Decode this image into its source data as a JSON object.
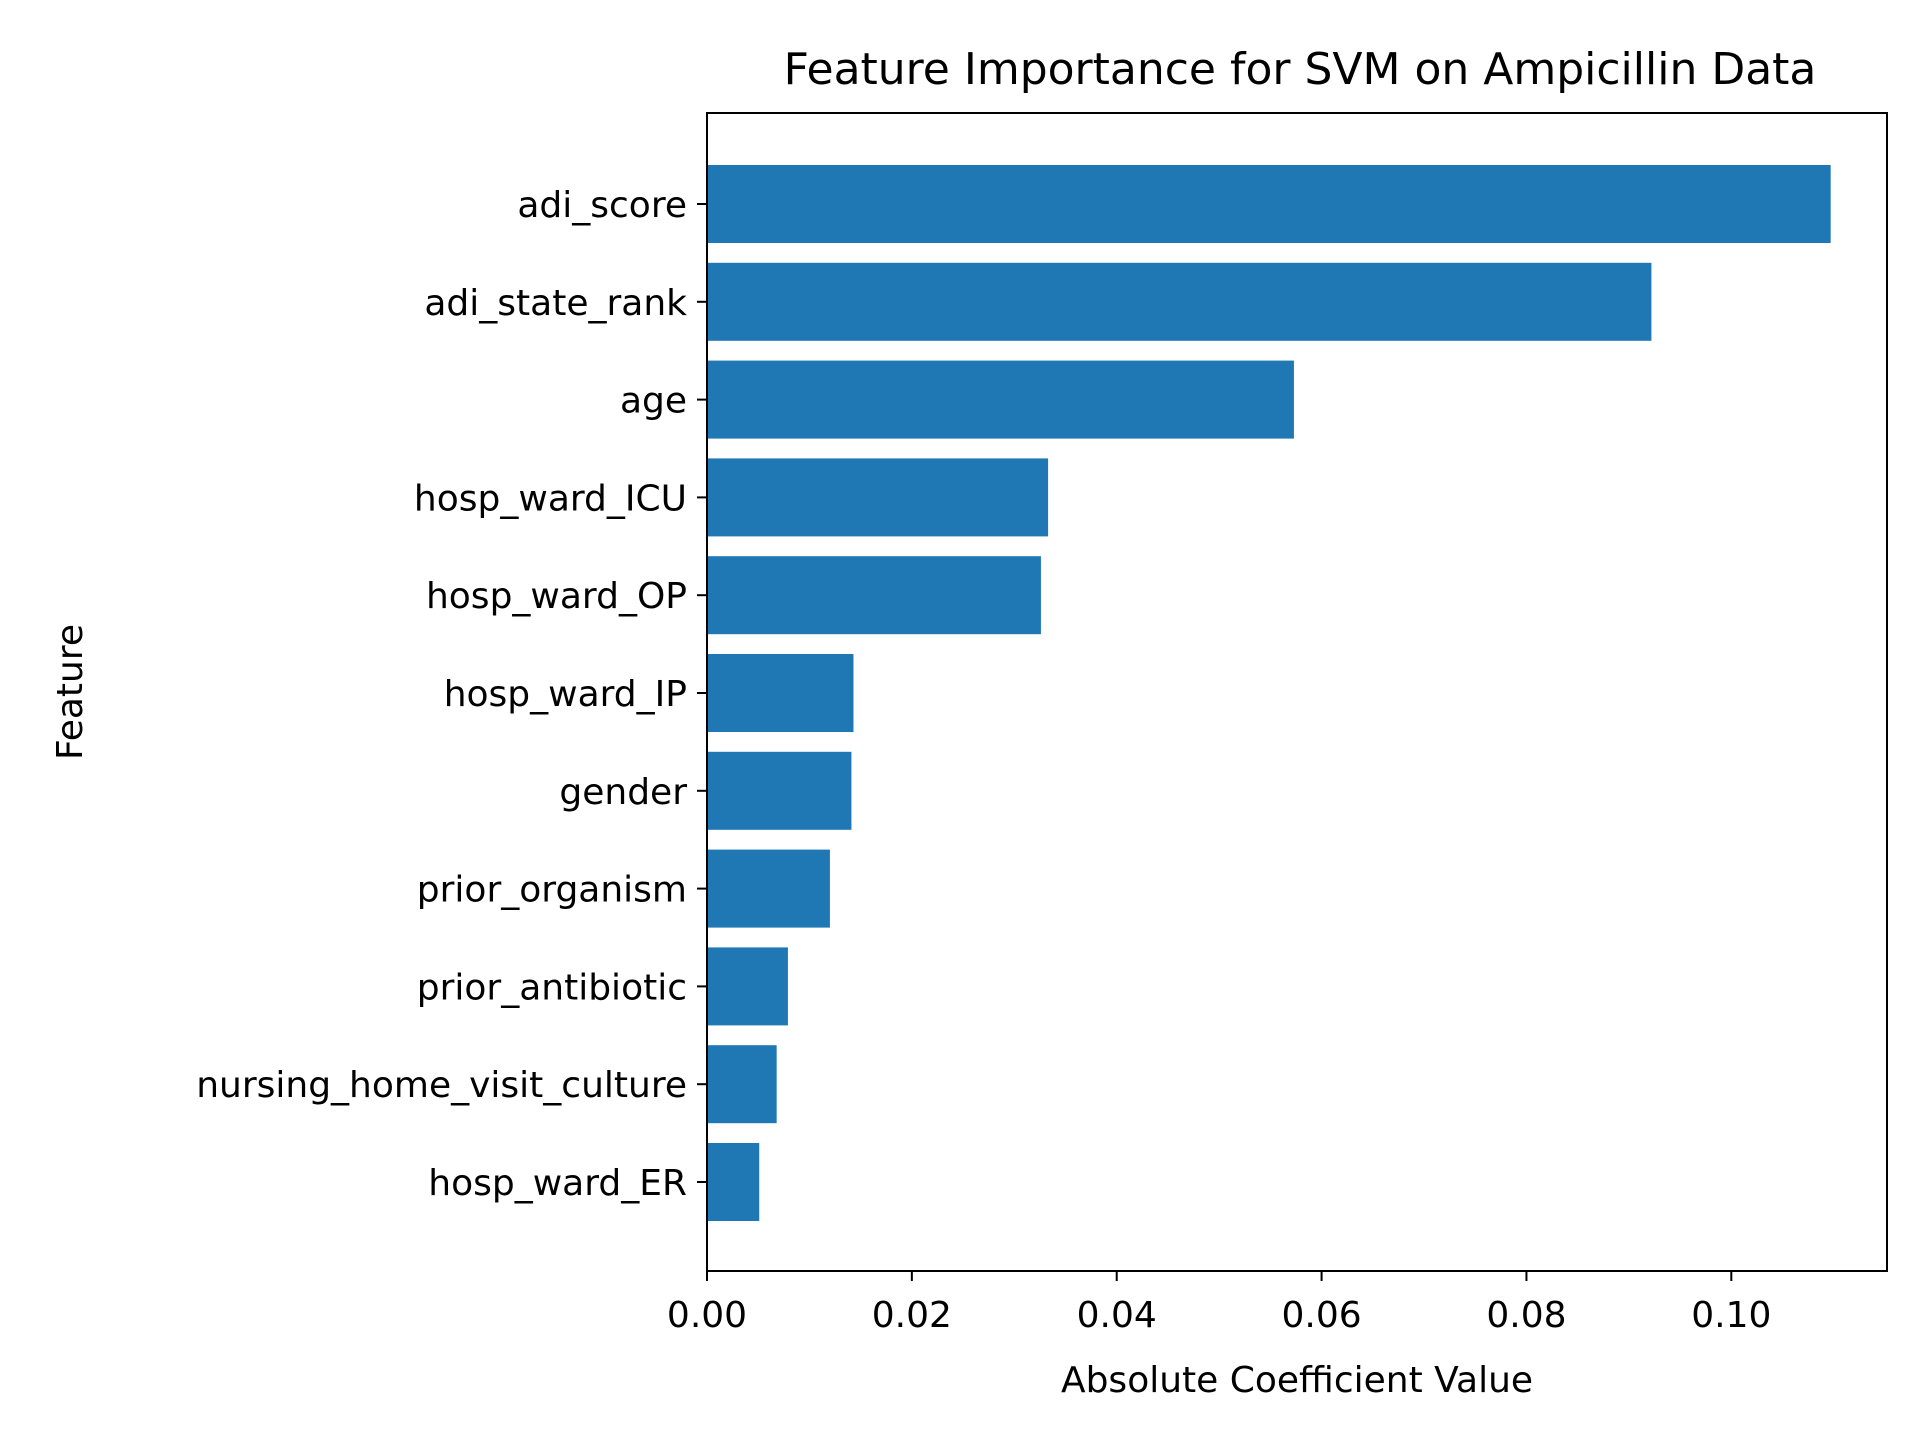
{
  "chart_data": {
    "type": "bar",
    "orientation": "horizontal",
    "title": "Feature Importance for SVM on Ampicillin Data",
    "xlabel": "Absolute Coefficient Value",
    "ylabel": "Feature",
    "categories": [
      "adi_score",
      "adi_state_rank",
      "age",
      "hosp_ward_ICU",
      "hosp_ward_OP",
      "hosp_ward_IP",
      "gender",
      "prior_organism",
      "prior_antibiotic",
      "nursing_home_visit_culture",
      "hosp_ward_ER"
    ],
    "values": [
      0.1097,
      0.0922,
      0.0573,
      0.0333,
      0.0326,
      0.0143,
      0.0141,
      0.012,
      0.0079,
      0.0068,
      0.0051
    ],
    "xlim": [
      0,
      0.1152
    ],
    "xticks": [
      0.0,
      0.02,
      0.04,
      0.06,
      0.08,
      0.1
    ],
    "xtick_labels": [
      "0.00",
      "0.02",
      "0.04",
      "0.06",
      "0.08",
      "0.10"
    ],
    "grid": false,
    "legend": "none",
    "bar_color": "#1f77b4"
  }
}
